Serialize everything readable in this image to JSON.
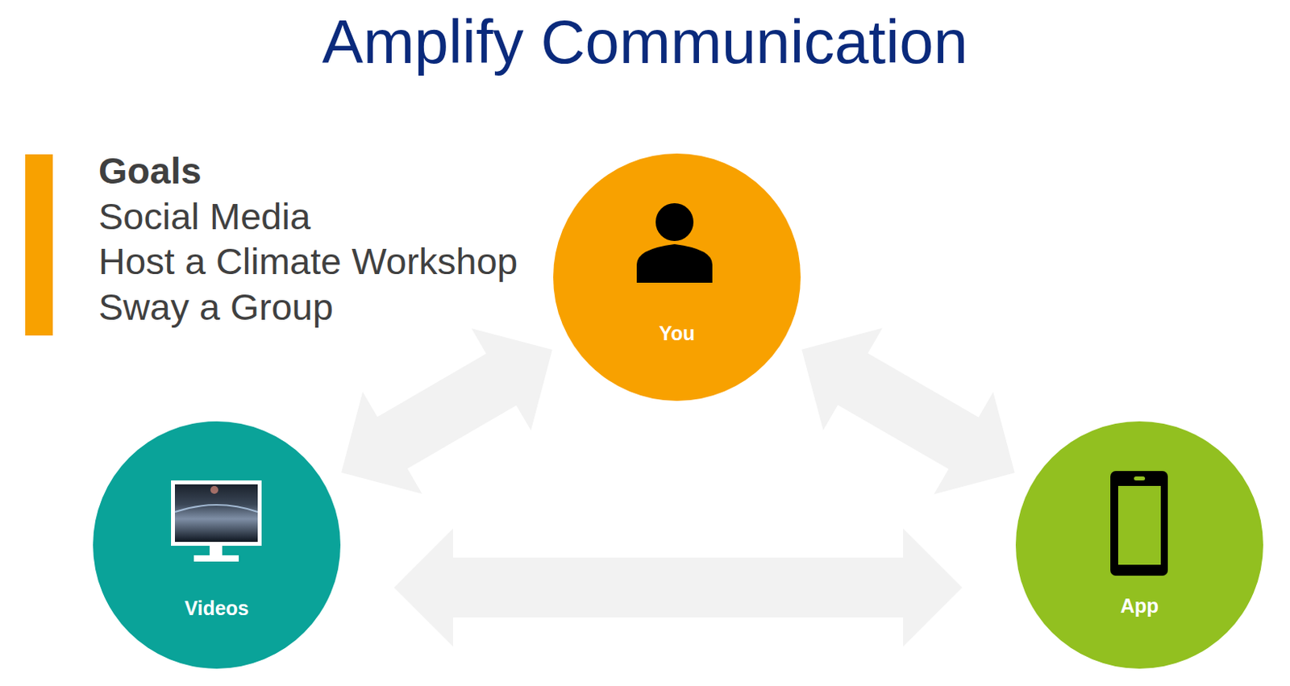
{
  "diagram": {
    "title": "Amplify Communication",
    "nodes": [
      {
        "text": [
          "You"
        ]
      },
      {
        "text": [
          "Videos"
        ]
      },
      {
        "text": [
          "App"
        ]
      }
    ],
    "edges": [
      {
        "from": 1,
        "to": 0,
        "arrow": "both"
      },
      {
        "from": 0,
        "to": 2,
        "arrow": "both"
      },
      {
        "from": 1,
        "to": 2,
        "arrow": "both"
      }
    ],
    "labels": [
      "Goals",
      "Social Media",
      "Host a Climate Workshop",
      "Sway a Group"
    ]
  }
}
